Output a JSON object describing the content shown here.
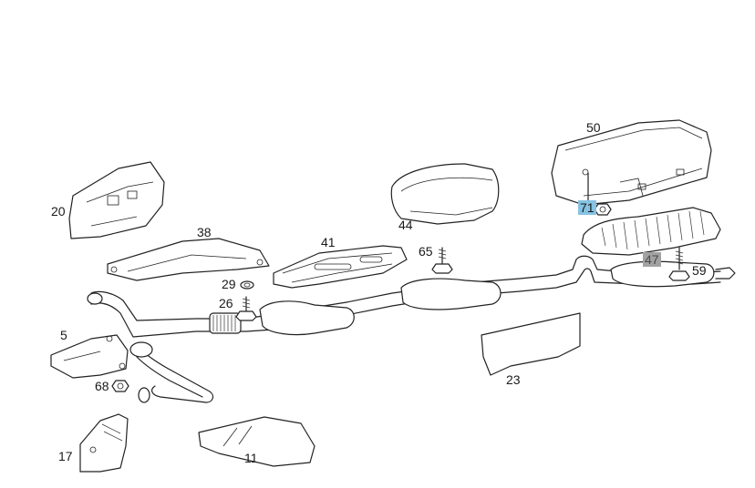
{
  "diagram": {
    "part_labels": {
      "p50": "50",
      "p71": "71",
      "p47": "47",
      "p59": "59",
      "p44": "44",
      "p41": "41",
      "p65": "65",
      "p38": "38",
      "p20": "20",
      "p29": "29",
      "p26": "26",
      "p5": "5",
      "p68": "68",
      "p17": "17",
      "p11": "11",
      "p23": "23"
    },
    "highlights": {
      "p71": "#86c3e3",
      "p47": "#a2a2a2"
    }
  }
}
